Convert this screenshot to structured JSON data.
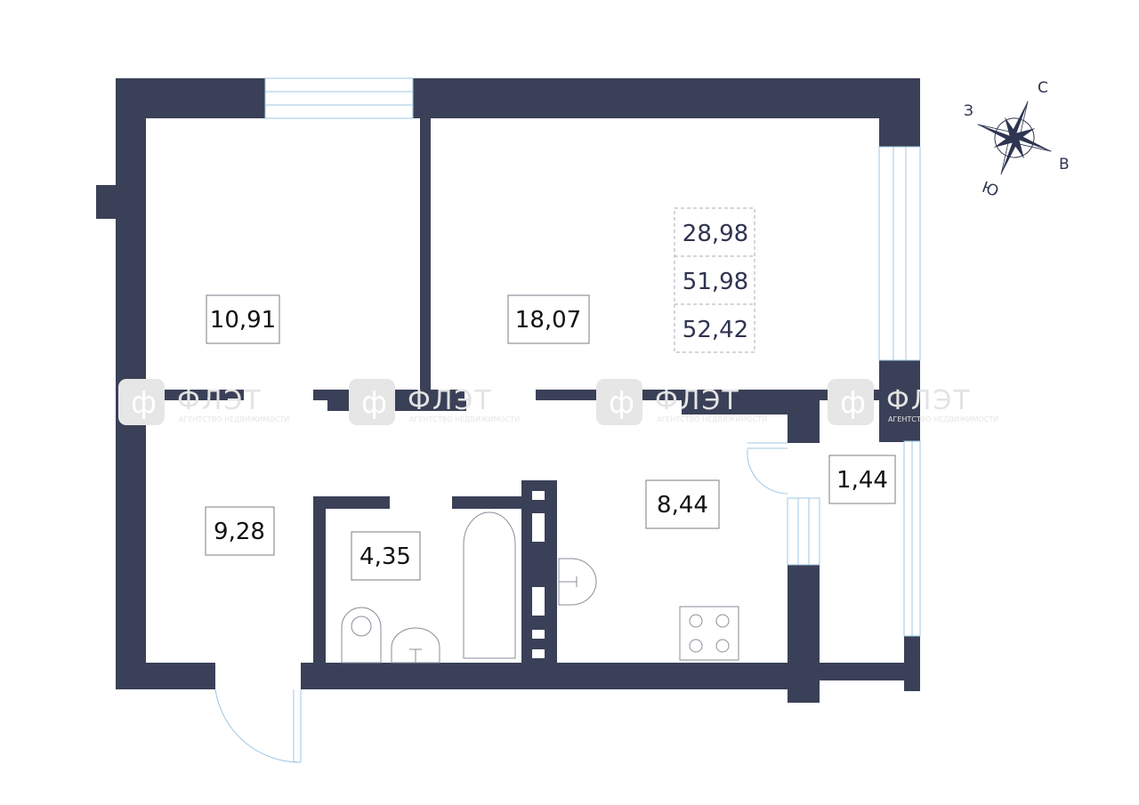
{
  "rooms": [
    {
      "id": "bedroom",
      "area": "10,91"
    },
    {
      "id": "living-room",
      "area": "18,07"
    },
    {
      "id": "hallway",
      "area": "9,28"
    },
    {
      "id": "bathroom",
      "area": "4,35"
    },
    {
      "id": "kitchen",
      "area": "8,44"
    },
    {
      "id": "balcony",
      "area": "1,44"
    }
  ],
  "totals": {
    "living_area": "28,98",
    "total_area": "51,98",
    "total_with_balcony": "52,42"
  },
  "compass": {
    "north": "С",
    "east": "В",
    "south": "Ю",
    "west": "З"
  },
  "watermark": {
    "brand": "ФЛЭТ",
    "tagline": "АГЕНТСТВО НЕДВИЖИМОСТИ",
    "glyph": "ф"
  },
  "colors": {
    "wall": "#3a4057",
    "window": "#9fc7e3",
    "background": "#ffffff"
  }
}
